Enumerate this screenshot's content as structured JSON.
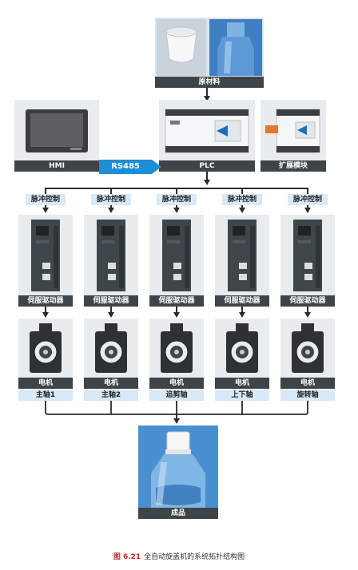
{
  "nodes": {
    "raw_material": "原材料",
    "hmi": "HMI",
    "plc": "PLC",
    "expansion": "扩展模块",
    "rs485": "RS485",
    "pulse_label": "脉冲控制",
    "servo_label": "伺服驱动器",
    "motor_label": "电机",
    "product": "成品"
  },
  "axes": [
    "主轴1",
    "主轴2",
    "追剪轴",
    "上下轴",
    "旋转轴"
  ],
  "caption": {
    "number": "图 6.21",
    "text": "全自动旋盖机的系统拓扑结构图"
  },
  "colors": {
    "accent": "#1d8fd6",
    "label_bg": "#3e4447",
    "caption_red": "#c0282d"
  }
}
